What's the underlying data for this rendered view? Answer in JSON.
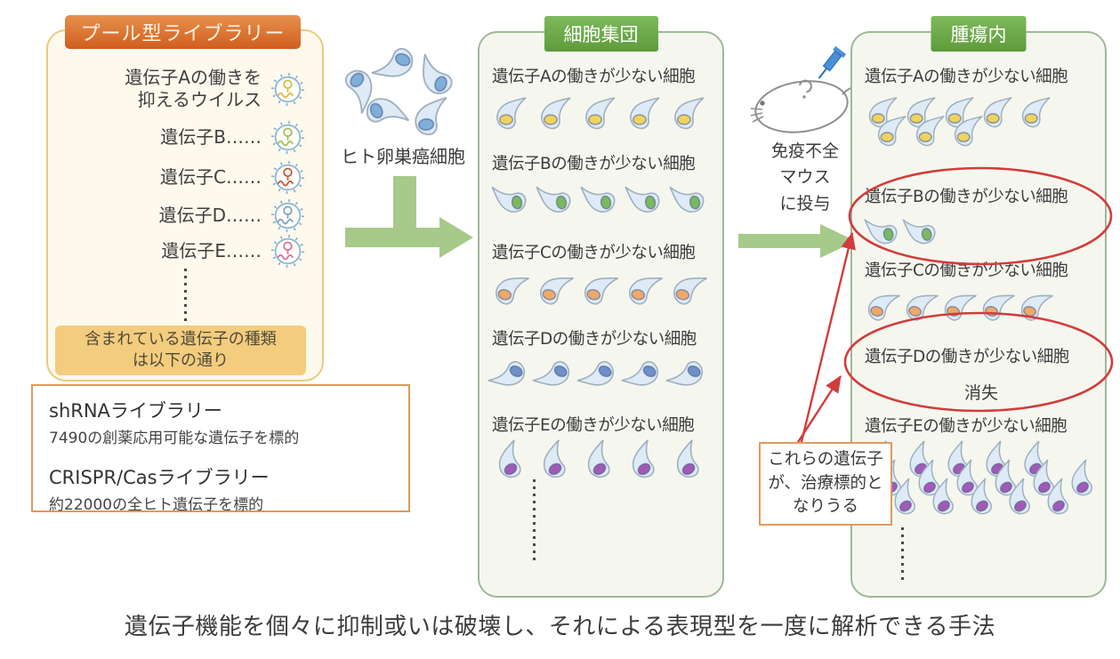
{
  "caption": "遺伝子機能を個々に抑制或いは破壊し、それによる表現型を一度に解析できる手法",
  "left_panel": {
    "header": "プール型ライブラリー",
    "rows": [
      {
        "label": "遺伝子Aの働きを\n抑えるウイルス",
        "virus_color": "#D9B93F"
      },
      {
        "label": "遺伝子B……",
        "virus_color": "#9FBF4F"
      },
      {
        "label": "遺伝子C……",
        "virus_color": "#C2563A"
      },
      {
        "label": "遺伝子D……",
        "virus_color": "#7F9FBF"
      },
      {
        "label": "遺伝子E……",
        "virus_color": "#D9709F"
      }
    ],
    "footer": "含まれている遺伝子の種類\nは以下の通り"
  },
  "library_box": {
    "shrna_title": "shRNAライブラリー",
    "shrna_desc": "7490の創薬応用可能な遺伝子を標的",
    "crispr_title": "CRISPR/Casライブラリー",
    "crispr_desc": "約22000の全ヒト遺伝子を標的"
  },
  "cells_cluster_label": "ヒト卵巣癌細胞",
  "mouse_label": "免疫不全\nマウス\nに投与",
  "mid_panel": {
    "header": "細胞集団",
    "rows": [
      {
        "label": "遺伝子Aの働きが少ない細胞",
        "lines": [
          5
        ],
        "nucleus": "#EFD35F",
        "rot": 0
      },
      {
        "label": "遺伝子Bの働きが少ない細胞",
        "lines": [
          5
        ],
        "nucleus": "#7CB95E",
        "rot": -100
      },
      {
        "label": "遺伝子Cの働きが少ない細胞",
        "lines": [
          5
        ],
        "nucleus": "#EDA96B",
        "rot": 14
      },
      {
        "label": "遺伝子Dの働きが少ない細胞",
        "lines": [
          5
        ],
        "nucleus": "#6E8FC9",
        "rot": -150
      },
      {
        "label": "遺伝子Eの働きが少ない細胞",
        "lines": [
          5
        ],
        "nucleus": "#A05BB5",
        "rot": -35
      }
    ]
  },
  "right_panel": {
    "header": "腫瘍内",
    "rows": [
      {
        "label": "遺伝子Aの働きが少ない細胞",
        "lines": [
          5,
          3
        ],
        "nucleus": "#EFD35F",
        "rot": 0
      },
      {
        "label": "遺伝子Bの働きが少ない細胞",
        "lines": [
          2
        ],
        "nucleus": "#7CB95E",
        "rot": -100,
        "circled": true
      },
      {
        "label": "遺伝子Cの働きが少ない細胞",
        "lines": [
          5
        ],
        "nucleus": "#EDA96B",
        "rot": 14
      },
      {
        "label": "遺伝子Dの働きが少ない細胞",
        "lines": [],
        "note": "消失",
        "nucleus": "#6E8FC9",
        "rot": -150,
        "circled": true
      },
      {
        "label": "遺伝子Eの働きが少ない細胞",
        "lines": [
          5,
          6,
          5
        ],
        "nucleus": "#A05BB5",
        "rot": -35
      }
    ]
  },
  "callout": "これらの遺伝子\nが、治療標的と\nなりうる",
  "colors": {
    "orange_header": "#D96B2B",
    "green_header": "#6CA84D",
    "green_arrow": "#A6CA8A",
    "red_annotation": "#D23C3C",
    "callout_border": "#DE9A5E",
    "cell_body": "#DEEAF6",
    "left_panel_bg": "#FDF9ED",
    "population_panel_bg": "#F5F7EF"
  }
}
